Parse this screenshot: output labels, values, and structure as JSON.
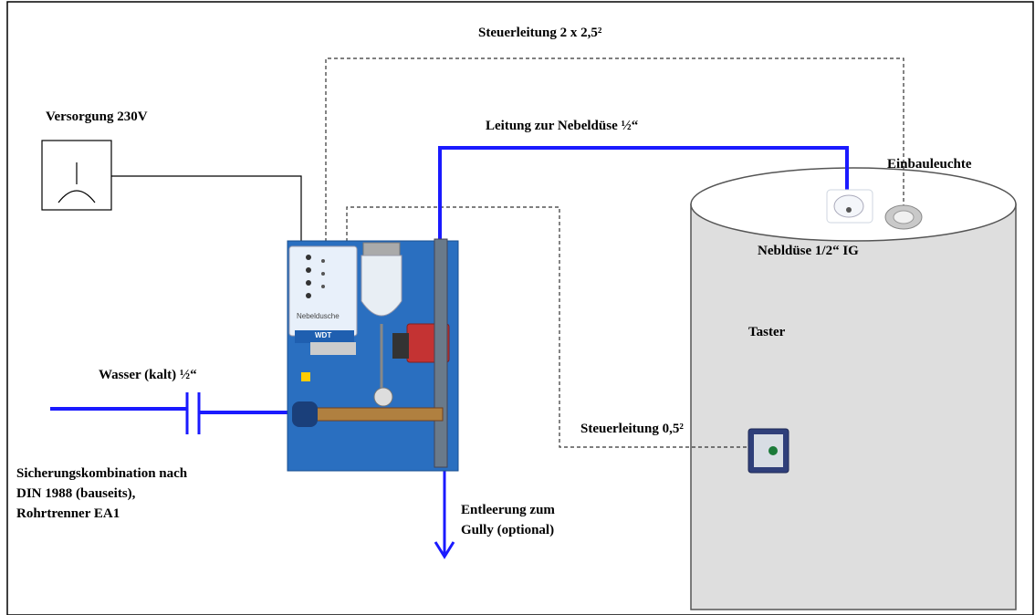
{
  "labels": {
    "steuerleitung_top": "Steuerleitung 2 x 2,5²",
    "versorgung": "Versorgung 230V",
    "leitung_nebelduese": "Leitung zur Nebeldüse ½“",
    "einbauleuchte": "Einbauleuchte",
    "nebelduese_ig": "Nebldüse 1/2“ IG",
    "taster": "Taster",
    "wasser": "Wasser (kalt) ½“",
    "steuerleitung_small": "Steuerleitung 0,5²",
    "sicherung_line1": "Sicherungskombination nach",
    "sicherung_line2": "DIN 1988 (bauseits),",
    "sicherung_line3": "Rohrtrenner EA1",
    "entleerung_line1": "Entleerung zum",
    "entleerung_line2": "Gully (optional)",
    "panel_title": "Nebeldusche",
    "panel_brand": "WDT"
  },
  "colors": {
    "water_line": "#1a1aff",
    "panel_blue": "#2a6fc0",
    "tank_fill": "#dedede"
  }
}
